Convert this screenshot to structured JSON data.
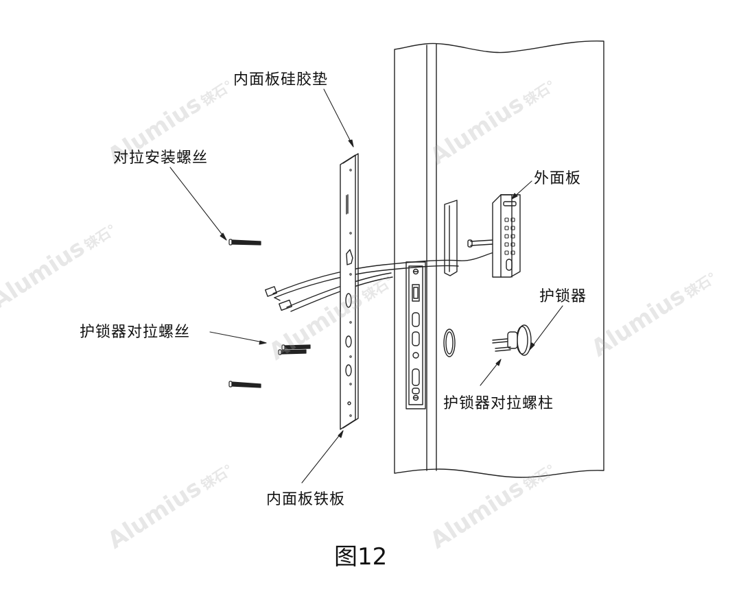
{
  "figure": {
    "caption": "图12",
    "labels": {
      "inner_panel_silicone_pad": "内面板硅胶垫",
      "through_mount_screws": "对拉安装螺丝",
      "outer_panel": "外面板",
      "lock_guard": "护锁器",
      "lock_guard_through_screws": "护锁器对拉螺丝",
      "lock_guard_through_studs": "护锁器对拉螺柱",
      "inner_panel_iron_plate": "内面板铁板"
    },
    "watermark": {
      "brand": "Alumius",
      "brand_cn": "铼石"
    }
  }
}
